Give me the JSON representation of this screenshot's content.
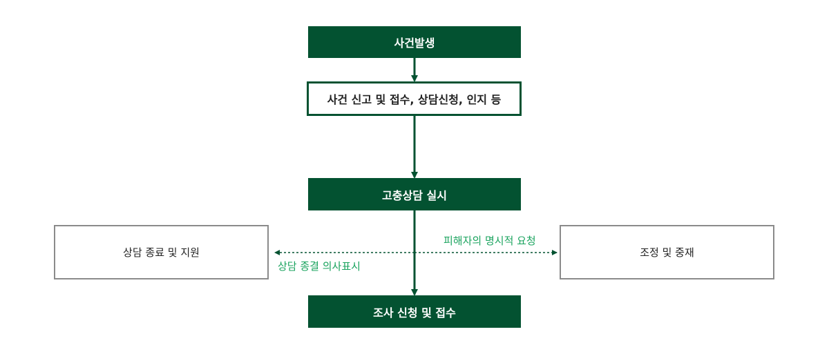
{
  "nodes": {
    "occurrence": "사건발생",
    "report": "사건 신고 및 접수, 상담신청, 인지 등",
    "counseling": "고충상담 실시",
    "investigation": "조사 신청 및 접수",
    "end_support": "상담 종료 및 지원",
    "mediation": "조정 및 중재"
  },
  "edge_labels": {
    "victim_request": "피해자의 명시적 요청",
    "end_intent": "상담 종결 의사표시"
  },
  "colors": {
    "primary_green": "#035231",
    "label_green": "#1aa35e",
    "gray_border": "#8a8a8a"
  }
}
